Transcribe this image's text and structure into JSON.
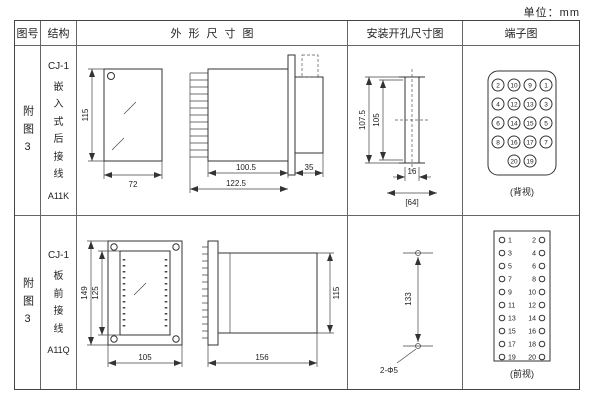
{
  "page": {
    "unit_label": "单位：mm"
  },
  "table": {
    "headers": [
      "图号",
      "结构",
      "外形尺寸图",
      "安装开孔尺寸图",
      "端子图"
    ]
  },
  "rows": [
    {
      "figure_no": "附图3",
      "structure": {
        "model": "CJ-1",
        "mounting": "嵌入式后接线",
        "code": "A11K"
      },
      "outline_dims": {
        "height": "115",
        "width": "72",
        "body_depth": "100.5",
        "total_depth": "122.5",
        "front_depth": "35"
      },
      "cutout_dims": {
        "outer_height": "107.5",
        "inner_height": "105",
        "slot_width": "16",
        "panel_width": "[64]"
      },
      "terminal": {
        "view_label": "(背视)",
        "grid": [
          [
            "2",
            "10",
            "9",
            "1"
          ],
          [
            "4",
            "12",
            "13",
            "3"
          ],
          [
            "6",
            "14",
            "15",
            "5"
          ],
          [
            "8",
            "16",
            "17",
            "7"
          ],
          [
            null,
            "20",
            "19",
            null
          ]
        ]
      }
    },
    {
      "figure_no": "附图3",
      "structure": {
        "model": "CJ-1",
        "mounting": "板前接线",
        "code": "A11Q"
      },
      "outline_dims": {
        "outer_height": "149",
        "inner_height": "125",
        "width": "105",
        "depth": "156",
        "body_height": "115"
      },
      "cutout_dims": {
        "hole_spacing": "133",
        "holes": "2-Φ5"
      },
      "terminal": {
        "view_label": "(前视)",
        "pairs": [
          [
            "1",
            "2"
          ],
          [
            "3",
            "4"
          ],
          [
            "5",
            "6"
          ],
          [
            "7",
            "8"
          ],
          [
            "9",
            "10"
          ],
          [
            "11",
            "12"
          ],
          [
            "13",
            "14"
          ],
          [
            "15",
            "16"
          ],
          [
            "17",
            "18"
          ],
          [
            "19",
            "20"
          ]
        ]
      }
    }
  ]
}
